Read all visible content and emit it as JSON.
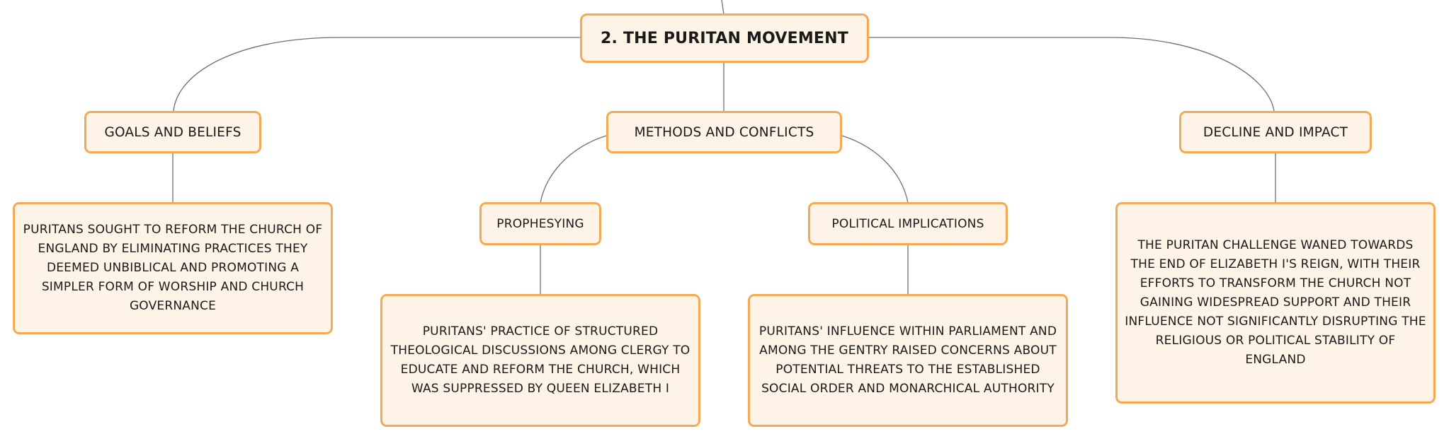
{
  "colors": {
    "node_border": "#f4aa55",
    "node_fill": "#fdf3e7",
    "connector": "#6f6f6f",
    "text": "#1a1a1a"
  },
  "root": {
    "title": "2. THE PURITAN MOVEMENT"
  },
  "branches": {
    "goals": {
      "label": "GOALS AND BELIEFS",
      "detail": "PURITANS SOUGHT TO REFORM THE CHURCH OF ENGLAND BY ELIMINATING PRACTICES THEY DEEMED UNBIBLICAL AND PROMOTING A SIMPLER FORM OF WORSHIP AND CHURCH GOVERNANCE"
    },
    "methods": {
      "label": "METHODS AND CONFLICTS",
      "prophesying": {
        "label": "PROPHESYING",
        "detail": "PURITANS' PRACTICE OF STRUCTURED THEOLOGICAL DISCUSSIONS AMONG CLERGY TO EDUCATE AND REFORM THE CHURCH, WHICH WAS SUPPRESSED BY QUEEN ELIZABETH I"
      },
      "political": {
        "label": "POLITICAL IMPLICATIONS",
        "detail": "PURITANS' INFLUENCE WITHIN PARLIAMENT AND AMONG THE GENTRY RAISED CONCERNS ABOUT POTENTIAL THREATS TO THE ESTABLISHED SOCIAL ORDER AND MONARCHICAL AUTHORITY"
      }
    },
    "decline": {
      "label": "DECLINE AND IMPACT",
      "detail": "THE PURITAN CHALLENGE WANED TOWARDS THE END OF ELIZABETH I'S REIGN, WITH THEIR EFFORTS TO TRANSFORM THE CHURCH NOT GAINING WIDESPREAD SUPPORT AND THEIR INFLUENCE NOT SIGNIFICANTLY DISRUPTING THE RELIGIOUS OR POLITICAL STABILITY OF ENGLAND"
    }
  }
}
